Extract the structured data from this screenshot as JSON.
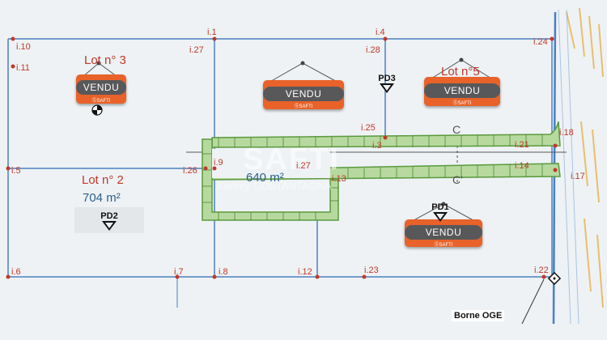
{
  "points": {
    "i10": "i.10",
    "i11": "i.11",
    "i1": "i.1",
    "i27a": "i.27",
    "i4": "i.4",
    "i28": "i.28",
    "i24": "i.24",
    "i25": "i.25",
    "i3": "i.3",
    "i18": "i.18",
    "i21": "i.21",
    "i5": "i.5",
    "i26": "i.26",
    "i9": "i.9",
    "i27b": "i.27",
    "i13": "i.13",
    "i14": "i.14",
    "i17": "i.17",
    "i6": "i.6",
    "i7": "i.7",
    "i8": "i.8",
    "i12": "i.12",
    "i23": "i.23",
    "i22": "i.22"
  },
  "lots": {
    "lot3": "Lot n° 3",
    "lot5": "Lot n°5",
    "lot2": "Lot n° 2",
    "lot2_area": "704 m²",
    "road_area": "640 m²"
  },
  "signs": {
    "label": "VENDU",
    "brand": "ⓈSAFTI"
  },
  "markers": {
    "pd1": "PD1",
    "pd2": "PD2",
    "pd3": "PD3",
    "c_top": "C",
    "c_bottom": "C'",
    "borne": "Borne OGE"
  },
  "watermark": {
    "logo": "SAFTI",
    "agent": "Audrey COSTANTAGNA"
  },
  "colors": {
    "boundary": "#4a7fc0",
    "point": "#c0392b",
    "road_fill": "#a9cf8f",
    "road_edge": "#5a9a3c",
    "sign": "#e8622a",
    "band": "#58585a"
  }
}
